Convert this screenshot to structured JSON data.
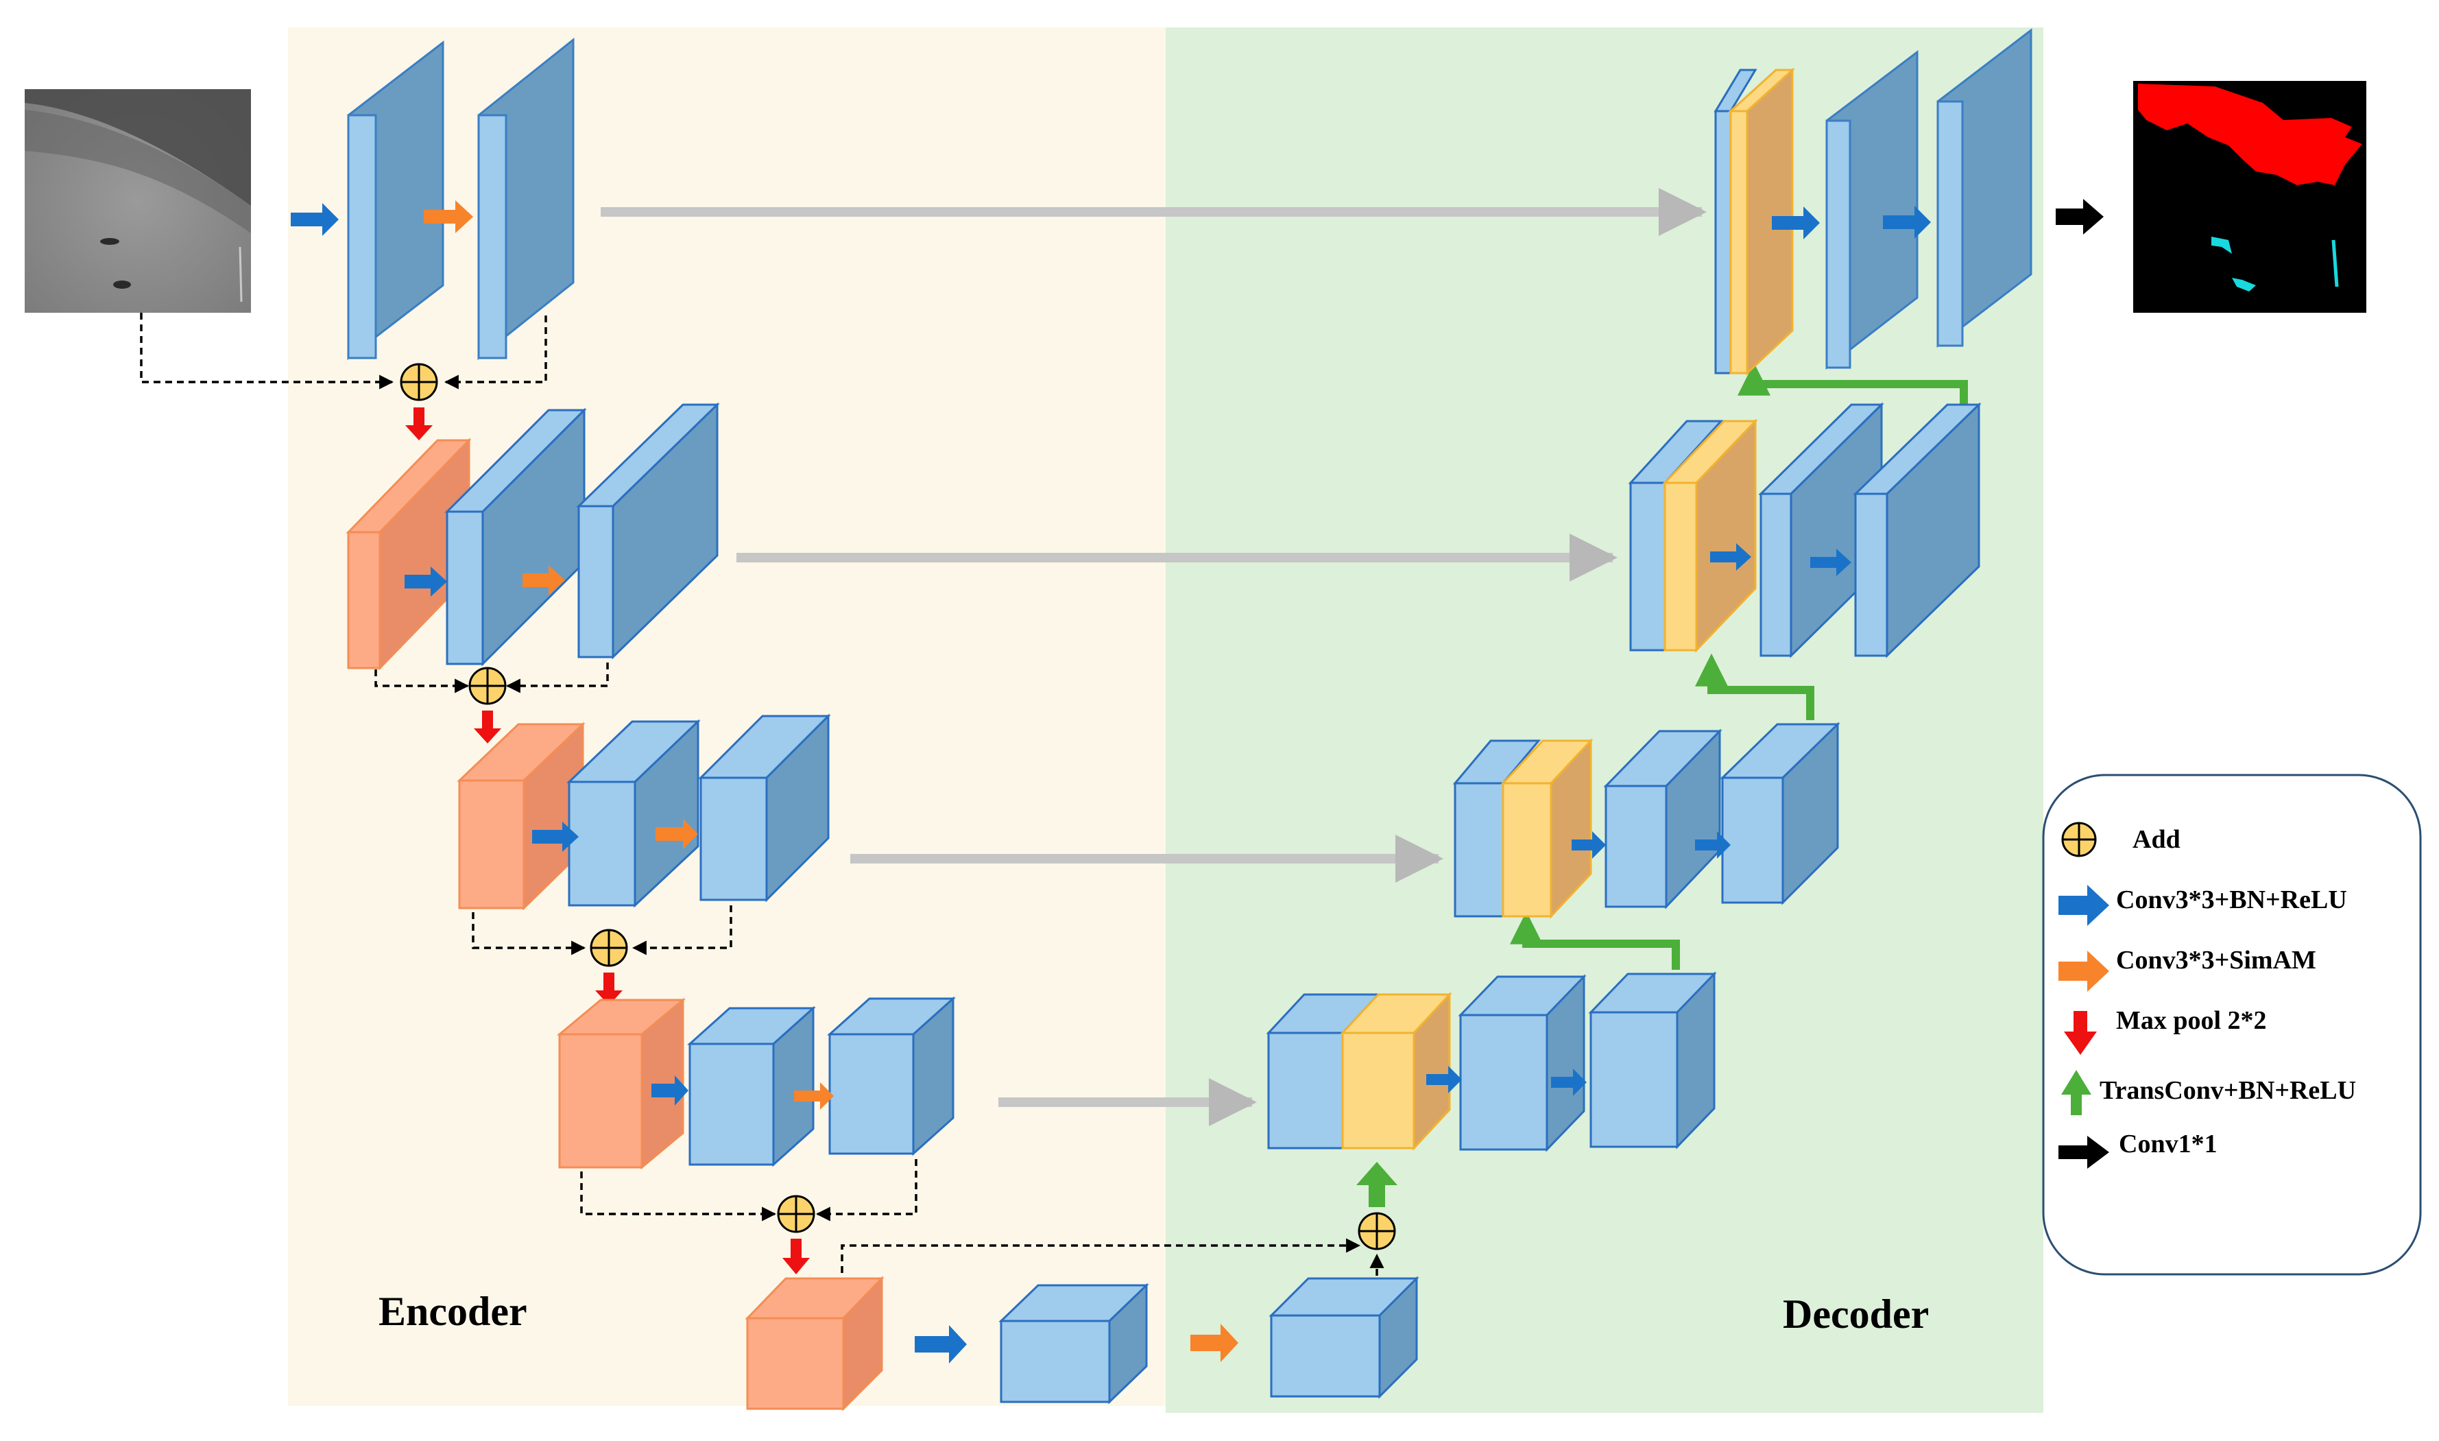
{
  "sections": {
    "encoder_label": "Encoder",
    "decoder_label": "Decoder"
  },
  "legend": {
    "items": [
      {
        "icon": "add-circle-icon",
        "label": "Add"
      },
      {
        "icon": "blue-arrow-icon",
        "label": "Conv3*3+BN+ReLU"
      },
      {
        "icon": "orange-arrow-icon",
        "label": "Conv3*3+SimAM"
      },
      {
        "icon": "red-down-arrow-icon",
        "label": "Max pool 2*2"
      },
      {
        "icon": "green-up-arrow-icon",
        "label": "TransConv+BN+ReLU"
      },
      {
        "icon": "black-arrow-icon",
        "label": "Conv1*1"
      }
    ]
  },
  "colors": {
    "encoder_bg": "#fdf7e9",
    "decoder_bg": "#ddf0da",
    "blue_block": "#9fcbec",
    "orange_block": "#fdab86",
    "yellow_block": "#fdd983",
    "conv_arrow": "#1a73c9",
    "simam_arrow": "#f7832b",
    "pool_arrow": "#ee1111",
    "transconv_arrow": "#4caf3a",
    "skip_arrow": "#c6c6c6",
    "mask_target": "#ff0000",
    "mask_secondary": "#18d9e0"
  }
}
